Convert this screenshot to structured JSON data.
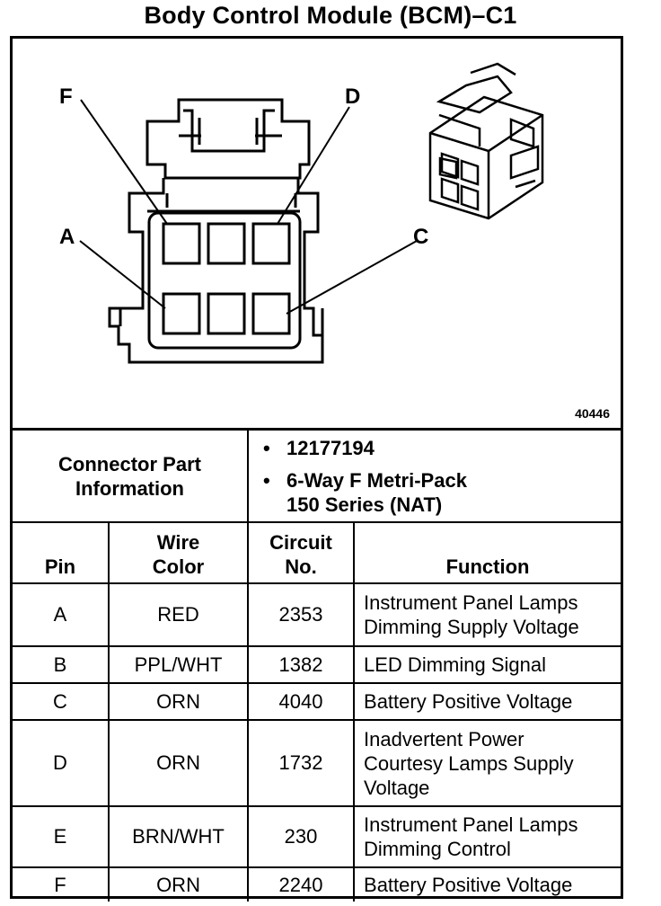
{
  "title": "Body Control Module (BCM)–C1",
  "figure": {
    "id": "40446",
    "pin_labels": [
      "F",
      "D",
      "A",
      "C"
    ]
  },
  "connector_info": {
    "label_line1": "Connector Part",
    "label_line2": "Information",
    "part_number": "12177194",
    "description_line1": "6-Way F Metri-Pack",
    "description_line2": "150 Series (NAT)",
    "bullet": "•"
  },
  "table": {
    "headers": {
      "pin": "Pin",
      "wire_color_line1": "Wire",
      "wire_color_line2": "Color",
      "circuit_line1": "Circuit",
      "circuit_line2": "No.",
      "function": "Function"
    },
    "rows": [
      {
        "pin": "A",
        "color": "RED",
        "circuit": "2353",
        "function": [
          "Instrument Panel Lamps",
          "Dimming Supply Voltage"
        ]
      },
      {
        "pin": "B",
        "color": "PPL/WHT",
        "circuit": "1382",
        "function": [
          "LED Dimming Signal"
        ]
      },
      {
        "pin": "C",
        "color": "ORN",
        "circuit": "4040",
        "function": [
          "Battery Positive Voltage"
        ]
      },
      {
        "pin": "D",
        "color": "ORN",
        "circuit": "1732",
        "function": [
          "Inadvertent Power",
          "Courtesy Lamps Supply",
          "Voltage"
        ]
      },
      {
        "pin": "E",
        "color": "BRN/WHT",
        "circuit": "230",
        "function": [
          "Instrument Panel Lamps",
          "Dimming Control"
        ]
      },
      {
        "pin": "F",
        "color": "ORN",
        "circuit": "2240",
        "function": [
          "Battery Positive Voltage"
        ]
      }
    ]
  }
}
